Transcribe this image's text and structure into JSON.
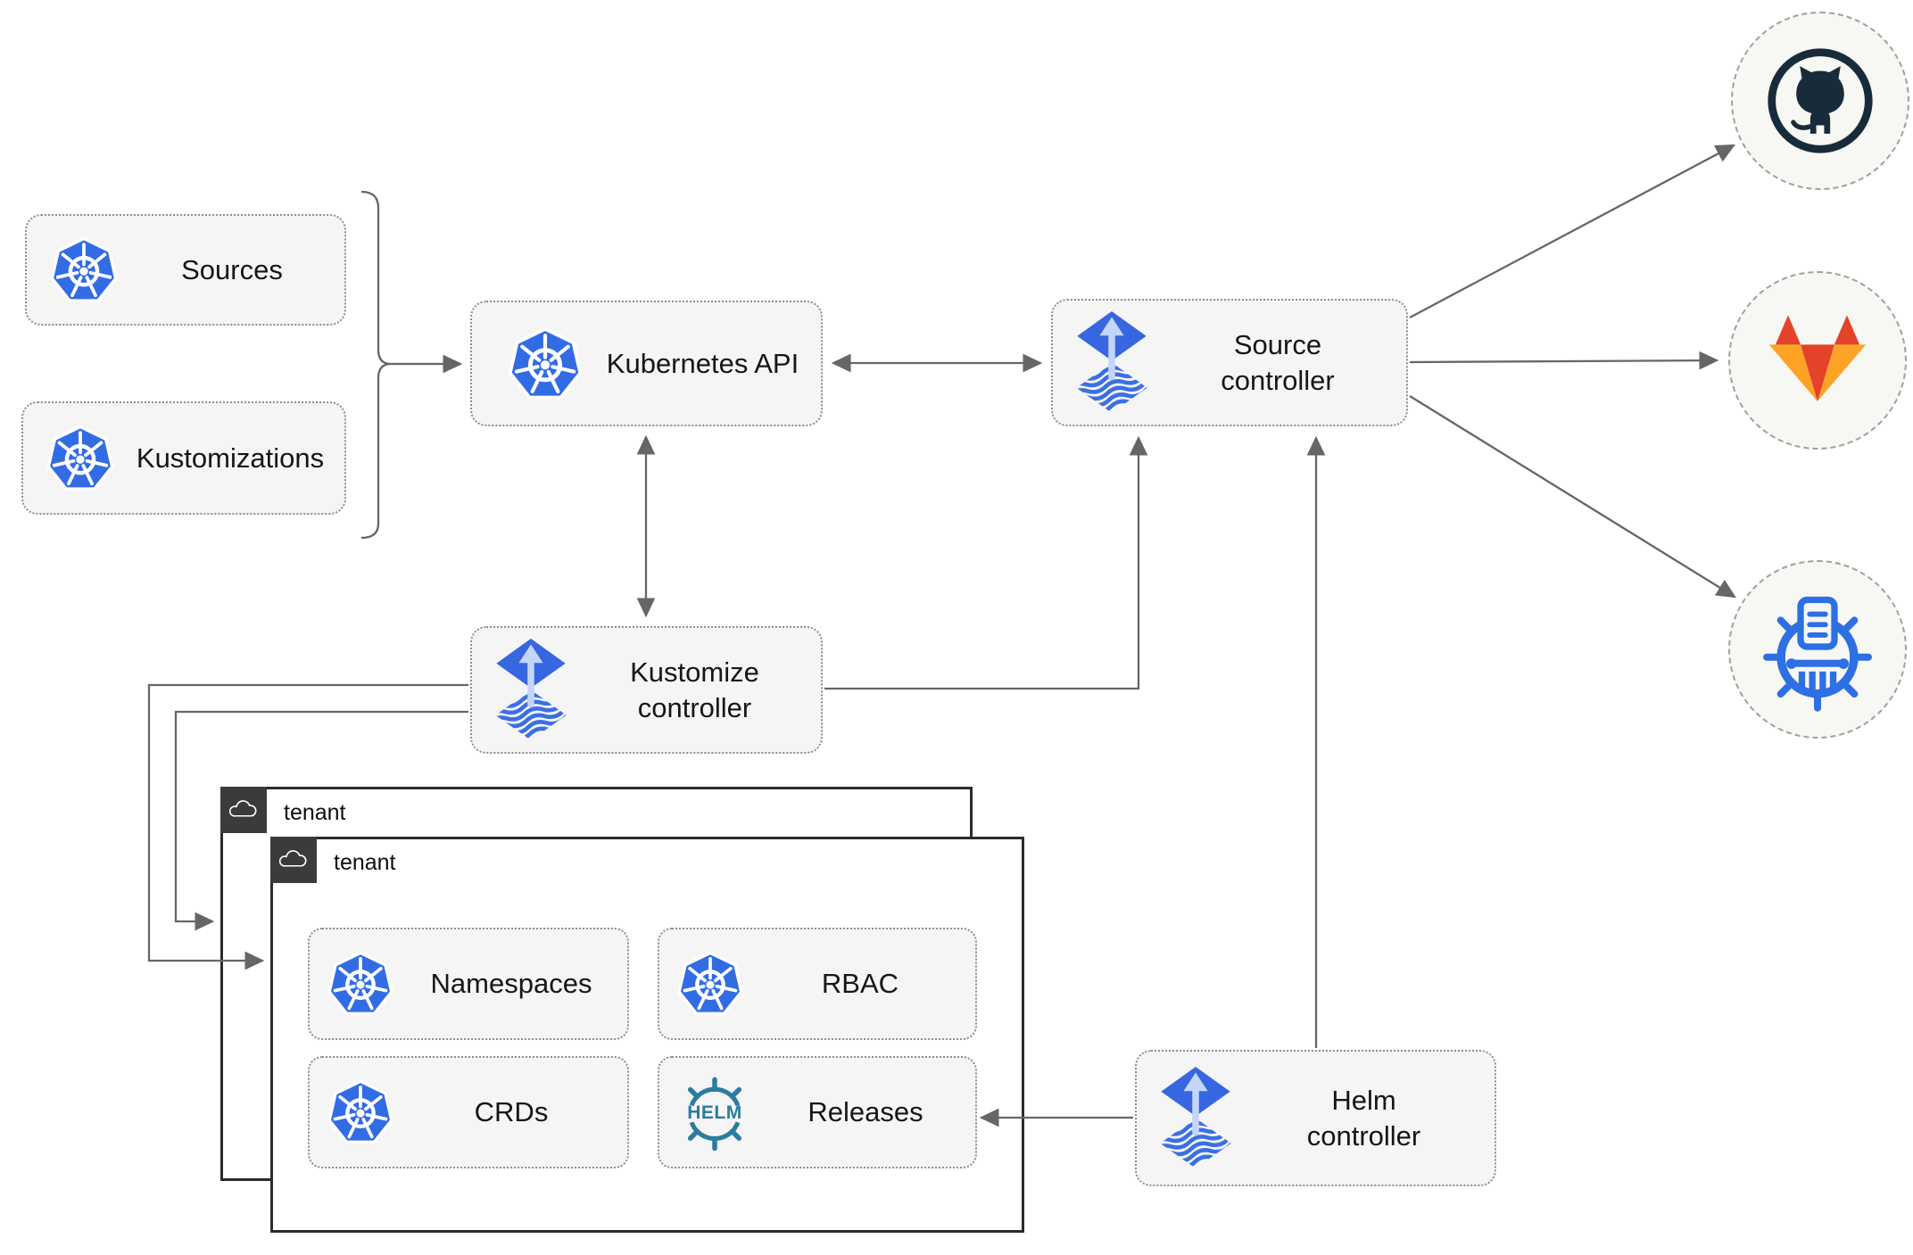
{
  "nodes": {
    "sources": {
      "label": "Sources"
    },
    "kustomizations": {
      "label": "Kustomizations"
    },
    "kubernetes_api": {
      "label": "Kubernetes API"
    },
    "source_controller": {
      "label": "Source controller"
    },
    "kustomize_controller": {
      "label": "Kustomize controller"
    },
    "helm_controller": {
      "label": "Helm controller"
    },
    "namespaces": {
      "label": "Namespaces"
    },
    "rbac": {
      "label": "RBAC"
    },
    "crds": {
      "label": "CRDs"
    },
    "releases": {
      "label": "Releases"
    }
  },
  "tenants": {
    "outer_label": "tenant",
    "inner_label": "tenant"
  },
  "helm_logo_text": "HELM",
  "icons": [
    "kubernetes-logo",
    "flux-logo",
    "cloud-icon",
    "helm-wheel-logo",
    "github-octocat-logo",
    "gitlab-tanuki-logo",
    "chartmuseum-logo"
  ],
  "colors": {
    "kubernetes_blue": "#326ce5",
    "flux_blue": "#3666e0",
    "flux_arrow_light": "#c3d5f8",
    "helm_teal": "#2b7c9e",
    "github_dark": "#182b3a",
    "gitlab_red": "#e24329",
    "gitlab_orange": "#fca326",
    "chartmuseum_blue": "#2e6fe4",
    "connector_gray": "#666666",
    "node_fill": "#f5f5f5",
    "tenant_header": "#3b3b3b"
  }
}
